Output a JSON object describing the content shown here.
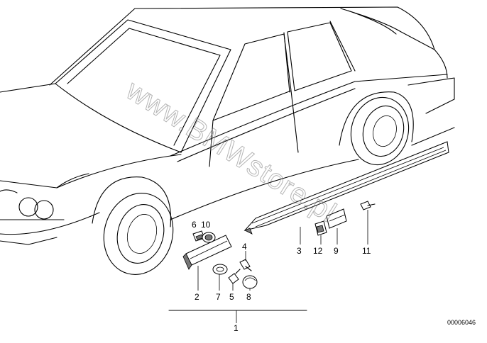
{
  "callouts": {
    "c1": "1",
    "c2": "2",
    "c3": "3",
    "c4": "4",
    "c5": "5",
    "c6": "6",
    "c7": "7",
    "c8": "8",
    "c9": "9",
    "c10": "10",
    "c11": "11",
    "c12": "12"
  },
  "reference_number": "00006046",
  "watermark": "www.BMWstore.pl",
  "colors": {
    "line": "#000000",
    "background": "#ffffff",
    "watermark": "#777777"
  }
}
